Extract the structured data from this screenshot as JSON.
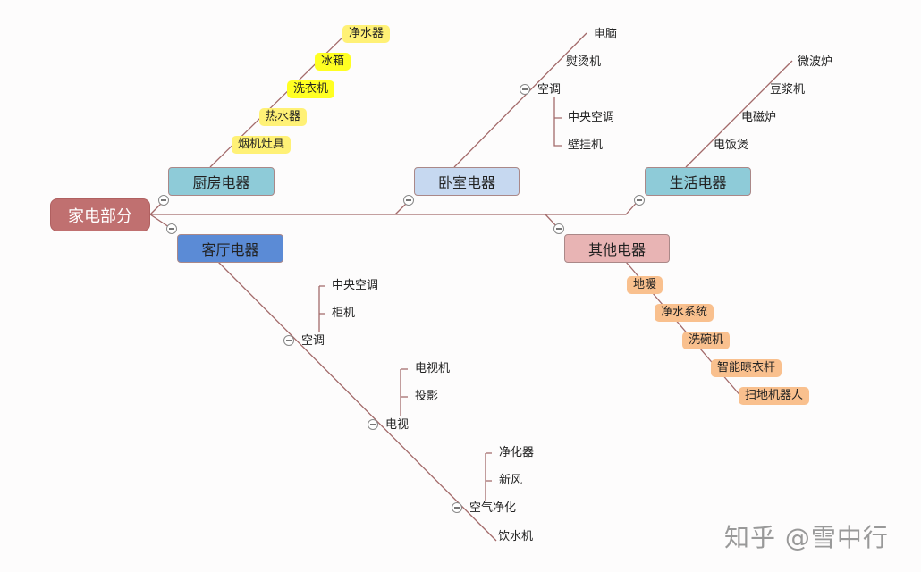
{
  "root": "家电部分",
  "kitchen": {
    "label": "厨房电器",
    "items": [
      "净水器",
      "冰箱",
      "洗衣机",
      "热水器",
      "烟机灶具"
    ]
  },
  "bedroom": {
    "label": "卧室电器",
    "items": [
      "电脑",
      "熨烫机",
      "空调"
    ],
    "ac_items": [
      "中央空调",
      "壁挂机"
    ]
  },
  "life": {
    "label": "生活电器",
    "items": [
      "微波炉",
      "豆浆机",
      "电磁炉",
      "电饭煲"
    ]
  },
  "living": {
    "label": "客厅电器",
    "ac": "空调",
    "ac_items": [
      "中央空调",
      "柜机"
    ],
    "tv": "电视",
    "tv_items": [
      "电视机",
      "投影"
    ],
    "air": "空气净化",
    "air_items": [
      "净化器",
      "新风"
    ],
    "water": "饮水机"
  },
  "other": {
    "label": "其他电器",
    "items": [
      "地暖",
      "净水系统",
      "洗碗机",
      "智能晾衣杆",
      "扫地机器人"
    ]
  },
  "watermark": "知乎 @雪中行",
  "colors": {
    "root": "#c07070",
    "kitchen": "#8ecbd8",
    "bedroom": "#c6d8f0",
    "life": "#8ecbd8",
    "living": "#5b8bd6",
    "other": "#e8b4b4",
    "yellow": "#fff176",
    "yellow_strong": "#ffff22",
    "orange": "#f9c08e",
    "line": "#a36a6a"
  }
}
